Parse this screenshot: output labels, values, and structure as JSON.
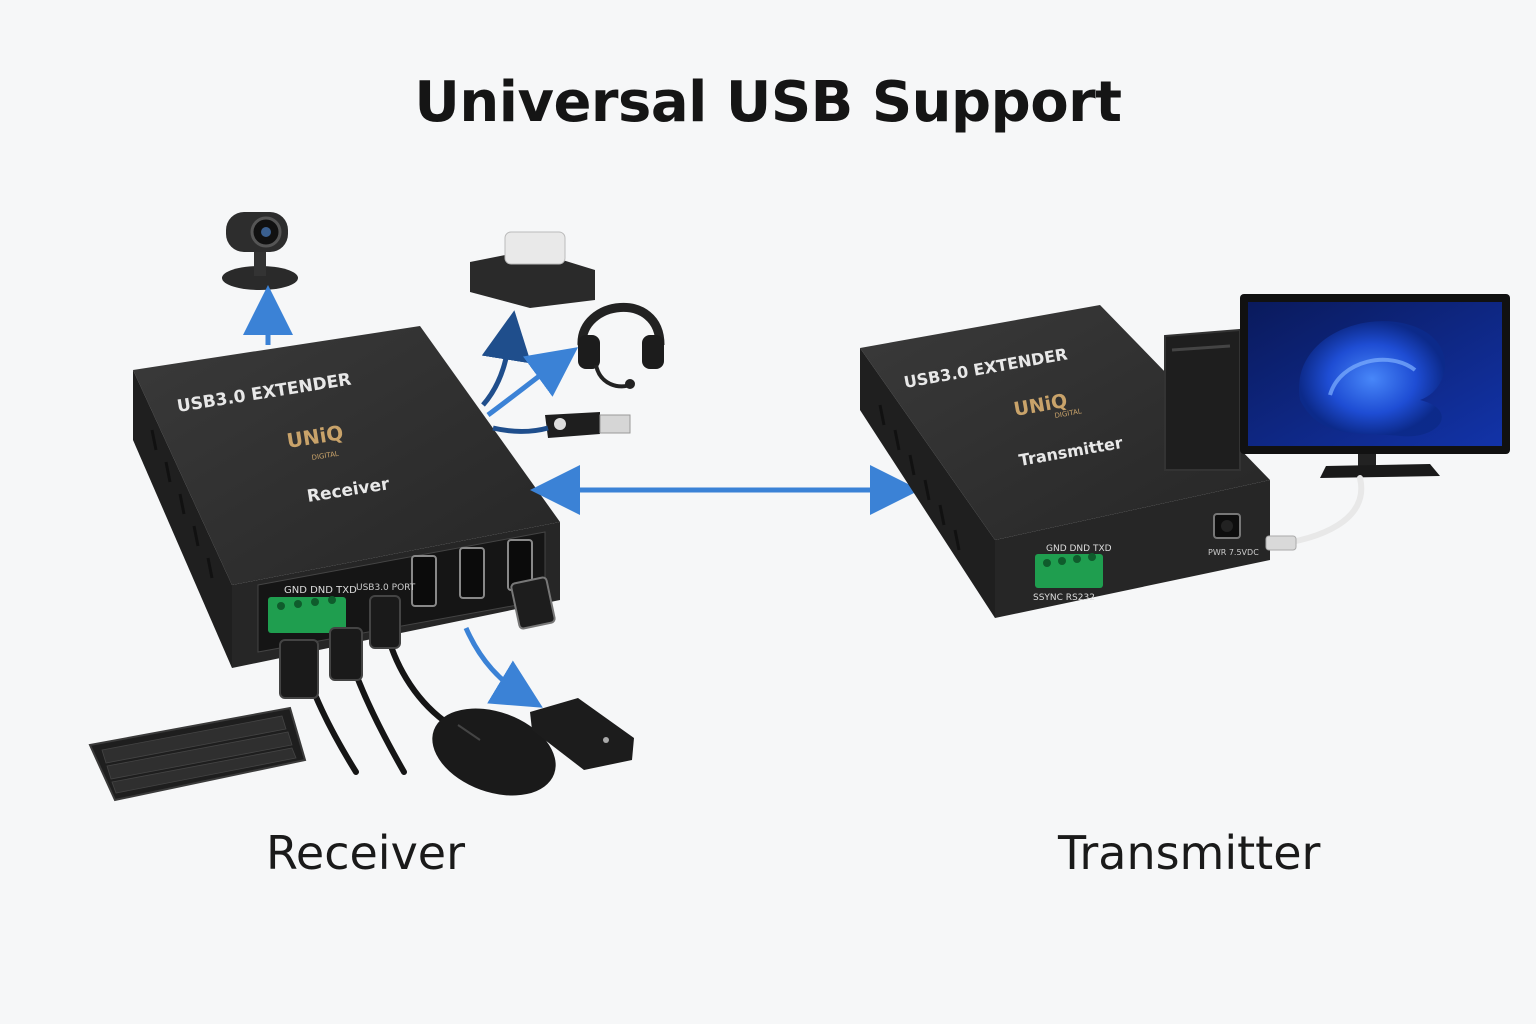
{
  "title": "Universal USB Support",
  "receiver": {
    "caption": "Receiver",
    "top_label": "USB3.0 EXTENDER",
    "brand": "UNiQ",
    "brand_sub": "DIGITAL",
    "device_label": "Receiver",
    "terminal_label": "GND DND TXD",
    "port_label": "USB3.0 PORT"
  },
  "transmitter": {
    "caption": "Transmitter",
    "top_label": "USB3.0 EXTENDER",
    "brand": "UNiQ",
    "brand_sub": "DIGITAL",
    "device_label": "Transmitter",
    "terminal_label": "GND DND TXD",
    "terminal_sub": "SSYNC RS232",
    "power_label": "PWR 7.5VDC"
  },
  "colors": {
    "arrow": "#3b82d6",
    "arrow_dark": "#1f4e8c",
    "device_body": "#2b2b2b",
    "device_top": "#333333",
    "terminal": "#1f9e4f",
    "brand": "#c9a36a",
    "screen": "#0b2a8c"
  },
  "icons": [
    "webcam-icon",
    "card-reader-icon",
    "headset-icon",
    "usb-drive-icon",
    "keyboard-icon",
    "mouse-icon",
    "usb-dongle-icon",
    "monitor-icon",
    "pc-tower-icon"
  ]
}
